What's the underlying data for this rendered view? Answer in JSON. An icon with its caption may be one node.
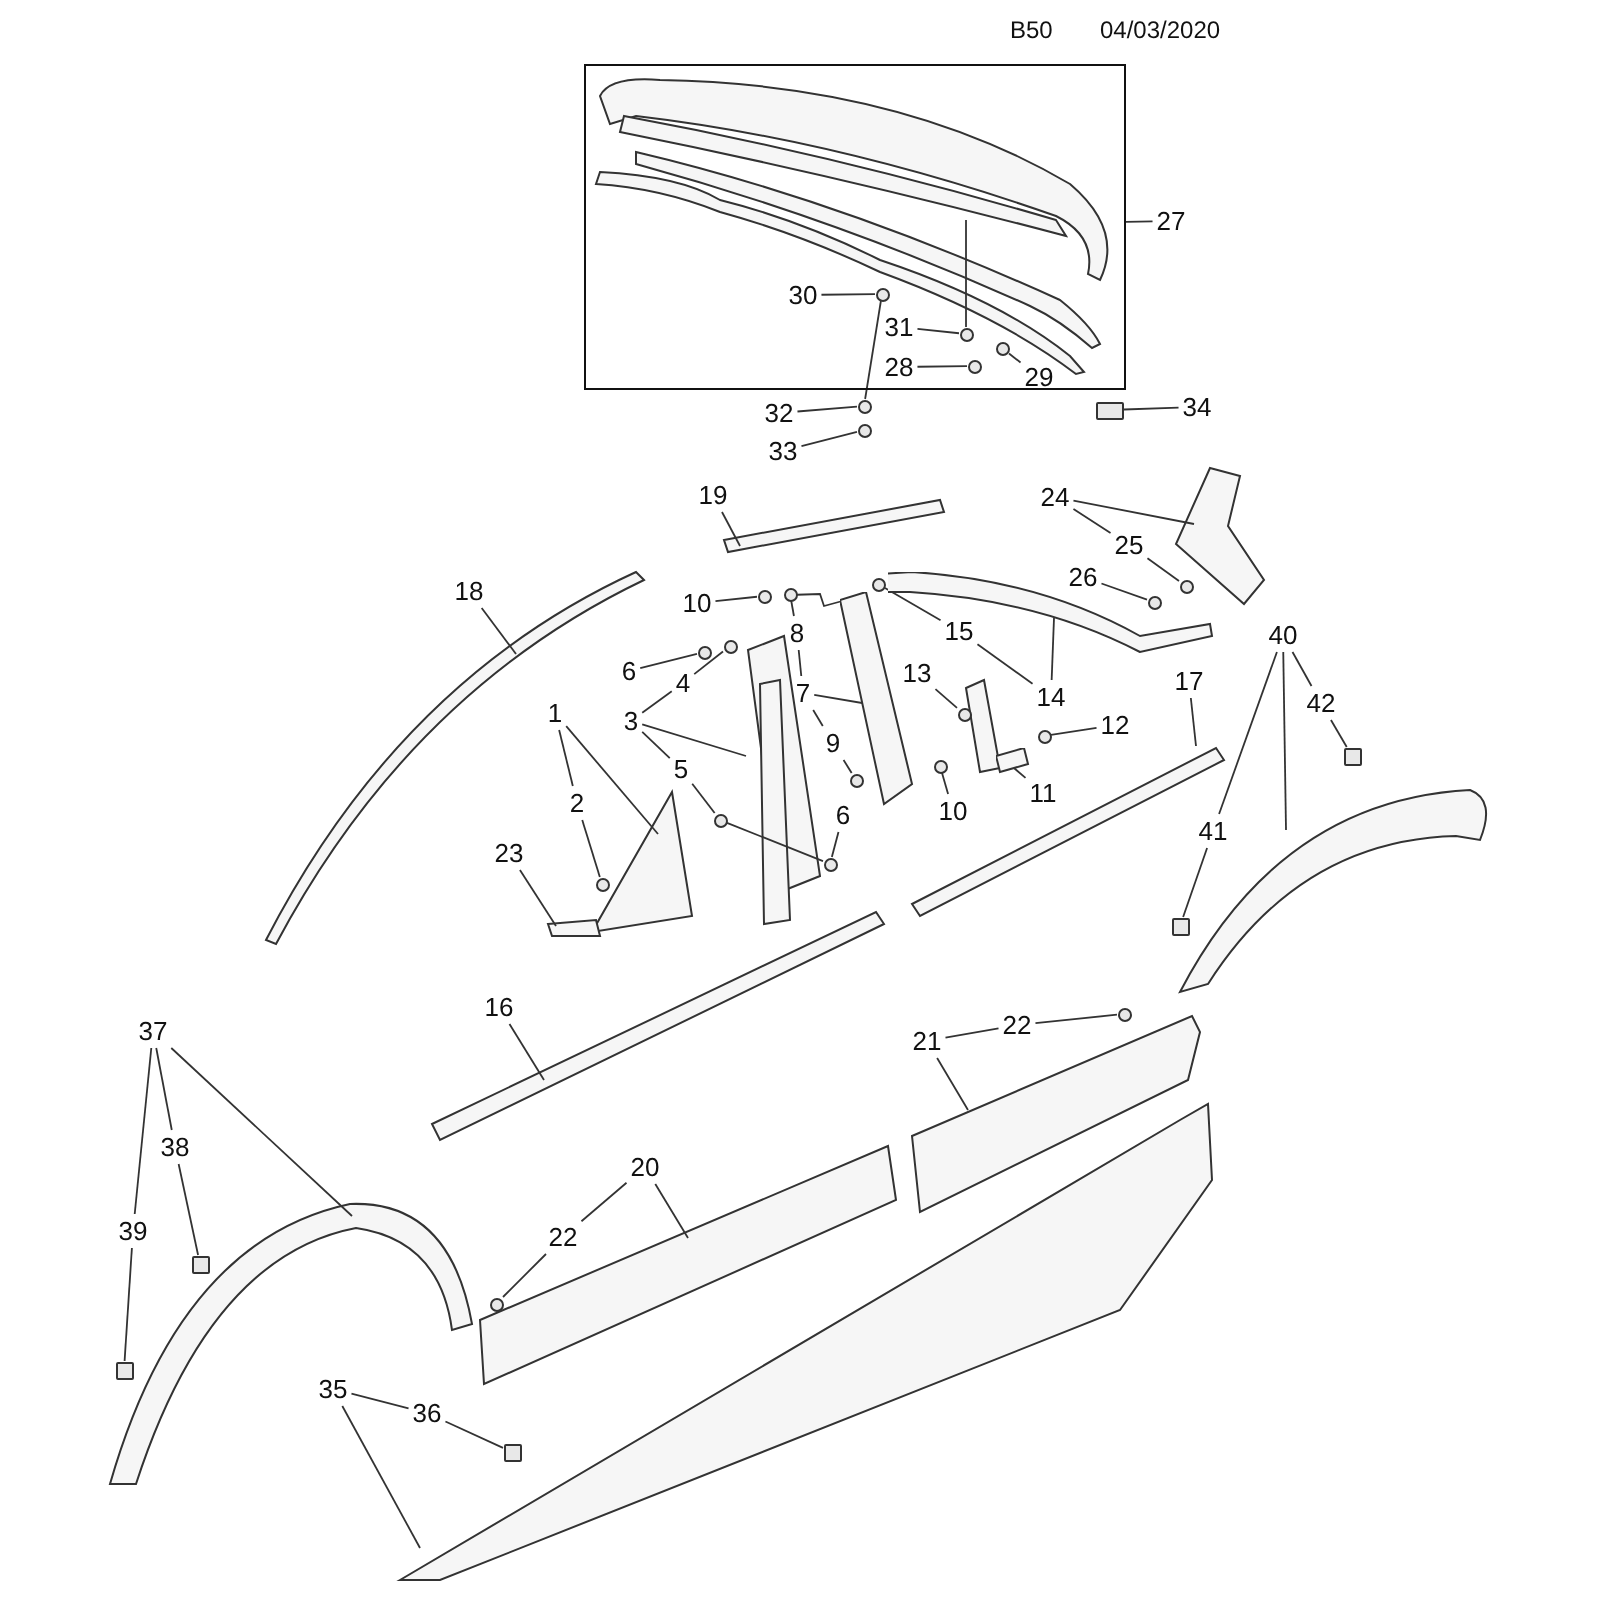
{
  "diagram": {
    "nodes": [
      {
        "text": [],
        "shape": "box"
      },
      {
        "text": [
          "27"
        ]
      },
      {
        "text": [
          "30"
        ],
        "in": 0
      },
      {
        "text": [
          "31"
        ],
        "in": 0
      },
      {
        "text": [
          "28"
        ],
        "in": 0
      },
      {
        "text": [
          "29"
        ],
        "in": 0
      },
      {
        "text": [
          "32"
        ]
      },
      {
        "text": [
          "33"
        ]
      },
      {
        "text": [
          "34"
        ]
      },
      {
        "text": [
          "19"
        ]
      },
      {
        "text": [
          "24"
        ]
      },
      {
        "text": [
          "25"
        ]
      },
      {
        "text": [
          "18"
        ]
      },
      {
        "text": [
          "26"
        ]
      },
      {
        "text": [
          "10"
        ]
      },
      {
        "text": [
          "8"
        ]
      },
      {
        "text": [
          "15"
        ]
      },
      {
        "text": [
          "40"
        ]
      },
      {
        "text": [
          "6"
        ]
      },
      {
        "text": [
          "13"
        ]
      },
      {
        "text": [
          "4"
        ]
      },
      {
        "text": [
          "17"
        ]
      },
      {
        "text": [
          "7"
        ]
      },
      {
        "text": [
          "14"
        ]
      },
      {
        "text": [
          "42"
        ]
      },
      {
        "text": [
          "1"
        ]
      },
      {
        "text": [
          "3"
        ]
      },
      {
        "text": [
          "12"
        ]
      },
      {
        "text": [
          "9"
        ]
      },
      {
        "text": [
          "5"
        ]
      },
      {
        "text": [
          "11"
        ]
      },
      {
        "text": [
          "2"
        ]
      },
      {
        "text": [
          "10"
        ]
      },
      {
        "text": [
          "6"
        ]
      },
      {
        "text": [
          "41"
        ]
      },
      {
        "text": [
          "23"
        ]
      },
      {
        "text": [
          "16"
        ]
      },
      {
        "text": [
          "22"
        ]
      },
      {
        "text": [
          "37"
        ]
      },
      {
        "text": [
          "21"
        ]
      },
      {
        "text": [
          "38"
        ]
      },
      {
        "text": [
          "20"
        ]
      },
      {
        "text": [
          "39"
        ]
      },
      {
        "text": [
          "22"
        ]
      },
      {
        "text": [
          "35"
        ]
      },
      {
        "text": [
          "36"
        ]
      },
      {
        "text": [],
        "shape": "circle",
        "in": 0
      },
      {
        "text": [],
        "shape": "circle",
        "in": 0
      },
      {
        "text": [],
        "shape": "circle",
        "in": 0
      },
      {
        "text": [],
        "shape": "circle",
        "in": 0
      },
      {
        "text": [],
        "shape": "circle"
      },
      {
        "text": [],
        "shape": "circle"
      },
      {
        "text": [],
        "shape": "box"
      },
      {
        "text": [],
        "shape": "circle"
      },
      {
        "text": [],
        "shape": "circle"
      },
      {
        "text": [],
        "shape": "circle"
      },
      {
        "text": [],
        "shape": "circle"
      },
      {
        "text": [],
        "shape": "circle"
      },
      {
        "text": [],
        "shape": "circle"
      },
      {
        "text": [],
        "shape": "circle"
      },
      {
        "text": [],
        "shape": "circle"
      },
      {
        "text": [],
        "shape": "circle"
      },
      {
        "text": [],
        "shape": "circle"
      },
      {
        "text": [],
        "shape": "circle"
      },
      {
        "text": [],
        "shape": "circle"
      },
      {
        "text": [],
        "shape": "circle"
      },
      {
        "text": [],
        "shape": "circle"
      },
      {
        "text": [],
        "shape": "box"
      },
      {
        "text": [],
        "shape": "box"
      },
      {
        "text": [],
        "shape": "circle"
      },
      {
        "text": [],
        "shape": "circle"
      },
      {
        "text": [],
        "shape": "box"
      },
      {
        "text": [],
        "shape": "box"
      },
      {
        "text": [],
        "shape": "box"
      },
      {
        "text": [],
        "shape": "picture"
      },
      {
        "text": [],
        "shape": "picture"
      },
      {
        "text": [],
        "shape": "picture"
      }
    ],
    "edges": [
      {
        "from": 1,
        "to": 0,
        "arrow": "none"
      },
      {
        "from": 2,
        "to": 46,
        "arrow": "none"
      },
      {
        "from": 3,
        "to": 47,
        "arrow": "none"
      },
      {
        "from": 4,
        "to": 48,
        "arrow": "none"
      },
      {
        "from": 5,
        "to": 49,
        "arrow": "none"
      },
      {
        "from": 6,
        "to": 50,
        "arrow": "none"
      },
      {
        "from": 7,
        "to": 51,
        "arrow": "none"
      },
      {
        "from": 8,
        "to": 52,
        "arrow": "none"
      },
      {
        "from": 9,
        "to": null,
        "arrow": "none"
      },
      {
        "from": 10,
        "to": null,
        "arrow": "none"
      },
      {
        "from": 11,
        "to": 59,
        "arrow": "none"
      },
      {
        "from": 12,
        "to": null,
        "arrow": "none"
      },
      {
        "from": 13,
        "to": 58,
        "arrow": "none"
      },
      {
        "from": 14,
        "to": 53,
        "arrow": "none"
      },
      {
        "from": 15,
        "to": 54,
        "arrow": "none"
      },
      {
        "from": 15,
        "to": 22,
        "arrow": "none"
      },
      {
        "from": 16,
        "to": 55,
        "arrow": "none"
      },
      {
        "from": 17,
        "to": 34,
        "arrow": "none"
      },
      {
        "from": 17,
        "to": null,
        "arrow": "none"
      },
      {
        "from": 17,
        "to": 24,
        "arrow": "none"
      },
      {
        "from": 18,
        "to": 56,
        "arrow": "none"
      },
      {
        "from": 19,
        "to": 60,
        "arrow": "none"
      },
      {
        "from": 20,
        "to": 57,
        "arrow": "none"
      },
      {
        "from": 21,
        "to": null,
        "arrow": "none"
      },
      {
        "from": 22,
        "to": 74,
        "arrow": "none"
      },
      {
        "from": 23,
        "to": 75,
        "arrow": "none"
      },
      {
        "from": 24,
        "to": 67,
        "arrow": "none"
      },
      {
        "from": 25,
        "to": 31,
        "arrow": "none"
      },
      {
        "from": 25,
        "to": null,
        "arrow": "none"
      },
      {
        "from": 26,
        "to": null,
        "arrow": "none"
      },
      {
        "from": 27,
        "to": 61,
        "arrow": "none"
      },
      {
        "from": 28,
        "to": 62,
        "arrow": "none"
      },
      {
        "from": 29,
        "to": 63,
        "arrow": "none"
      },
      {
        "from": 30,
        "to": 76,
        "arrow": "none"
      },
      {
        "from": 31,
        "to": 66,
        "arrow": "none"
      },
      {
        "from": 32,
        "to": 65,
        "arrow": "none"
      },
      {
        "from": 33,
        "to": 64,
        "arrow": "none"
      },
      {
        "from": 34,
        "to": 68,
        "arrow": "none"
      },
      {
        "from": 35,
        "to": null,
        "arrow": "none"
      },
      {
        "from": 36,
        "to": null,
        "arrow": "none"
      },
      {
        "from": 37,
        "to": 69,
        "arrow": "none"
      },
      {
        "from": 38,
        "to": 42,
        "arrow": "none"
      },
      {
        "from": 38,
        "to": 40,
        "arrow": "none"
      },
      {
        "from": 38,
        "to": null,
        "arrow": "none"
      },
      {
        "from": 39,
        "to": null,
        "arrow": "none"
      },
      {
        "from": 40,
        "to": 71,
        "arrow": "none"
      },
      {
        "from": 41,
        "to": null,
        "arrow": "none"
      },
      {
        "from": 42,
        "to": 72,
        "arrow": "none"
      },
      {
        "from": 43,
        "to": 70,
        "arrow": "none"
      },
      {
        "from": 44,
        "to": null,
        "arrow": "none"
      },
      {
        "from": 45,
        "to": 73,
        "arrow": "none"
      },
      {
        "from": 10,
        "to": 11,
        "arrow": "none"
      },
      {
        "from": 26,
        "to": 20,
        "arrow": "none"
      },
      {
        "from": 26,
        "to": 29,
        "arrow": "none"
      },
      {
        "from": 22,
        "to": 28,
        "arrow": "none"
      },
      {
        "from": 16,
        "to": 23,
        "arrow": "none"
      },
      {
        "from": 39,
        "to": 37,
        "arrow": "none"
      },
      {
        "from": 41,
        "to": 43,
        "arrow": "none"
      },
      {
        "from": 44,
        "to": 45,
        "arrow": "none"
      },
      {
        "from": 46,
        "to": 50,
        "arrow": "none"
      },
      {
        "from": 47,
        "to": null,
        "arrow": "none"
      },
      {
        "from": 54,
        "to": 74,
        "arrow": "none"
      },
      {
        "from": 63,
        "to": 64,
        "arrow": "none"
      }
    ],
    "labels": [
      "B50",
      "04/03/2020"
    ]
  }
}
